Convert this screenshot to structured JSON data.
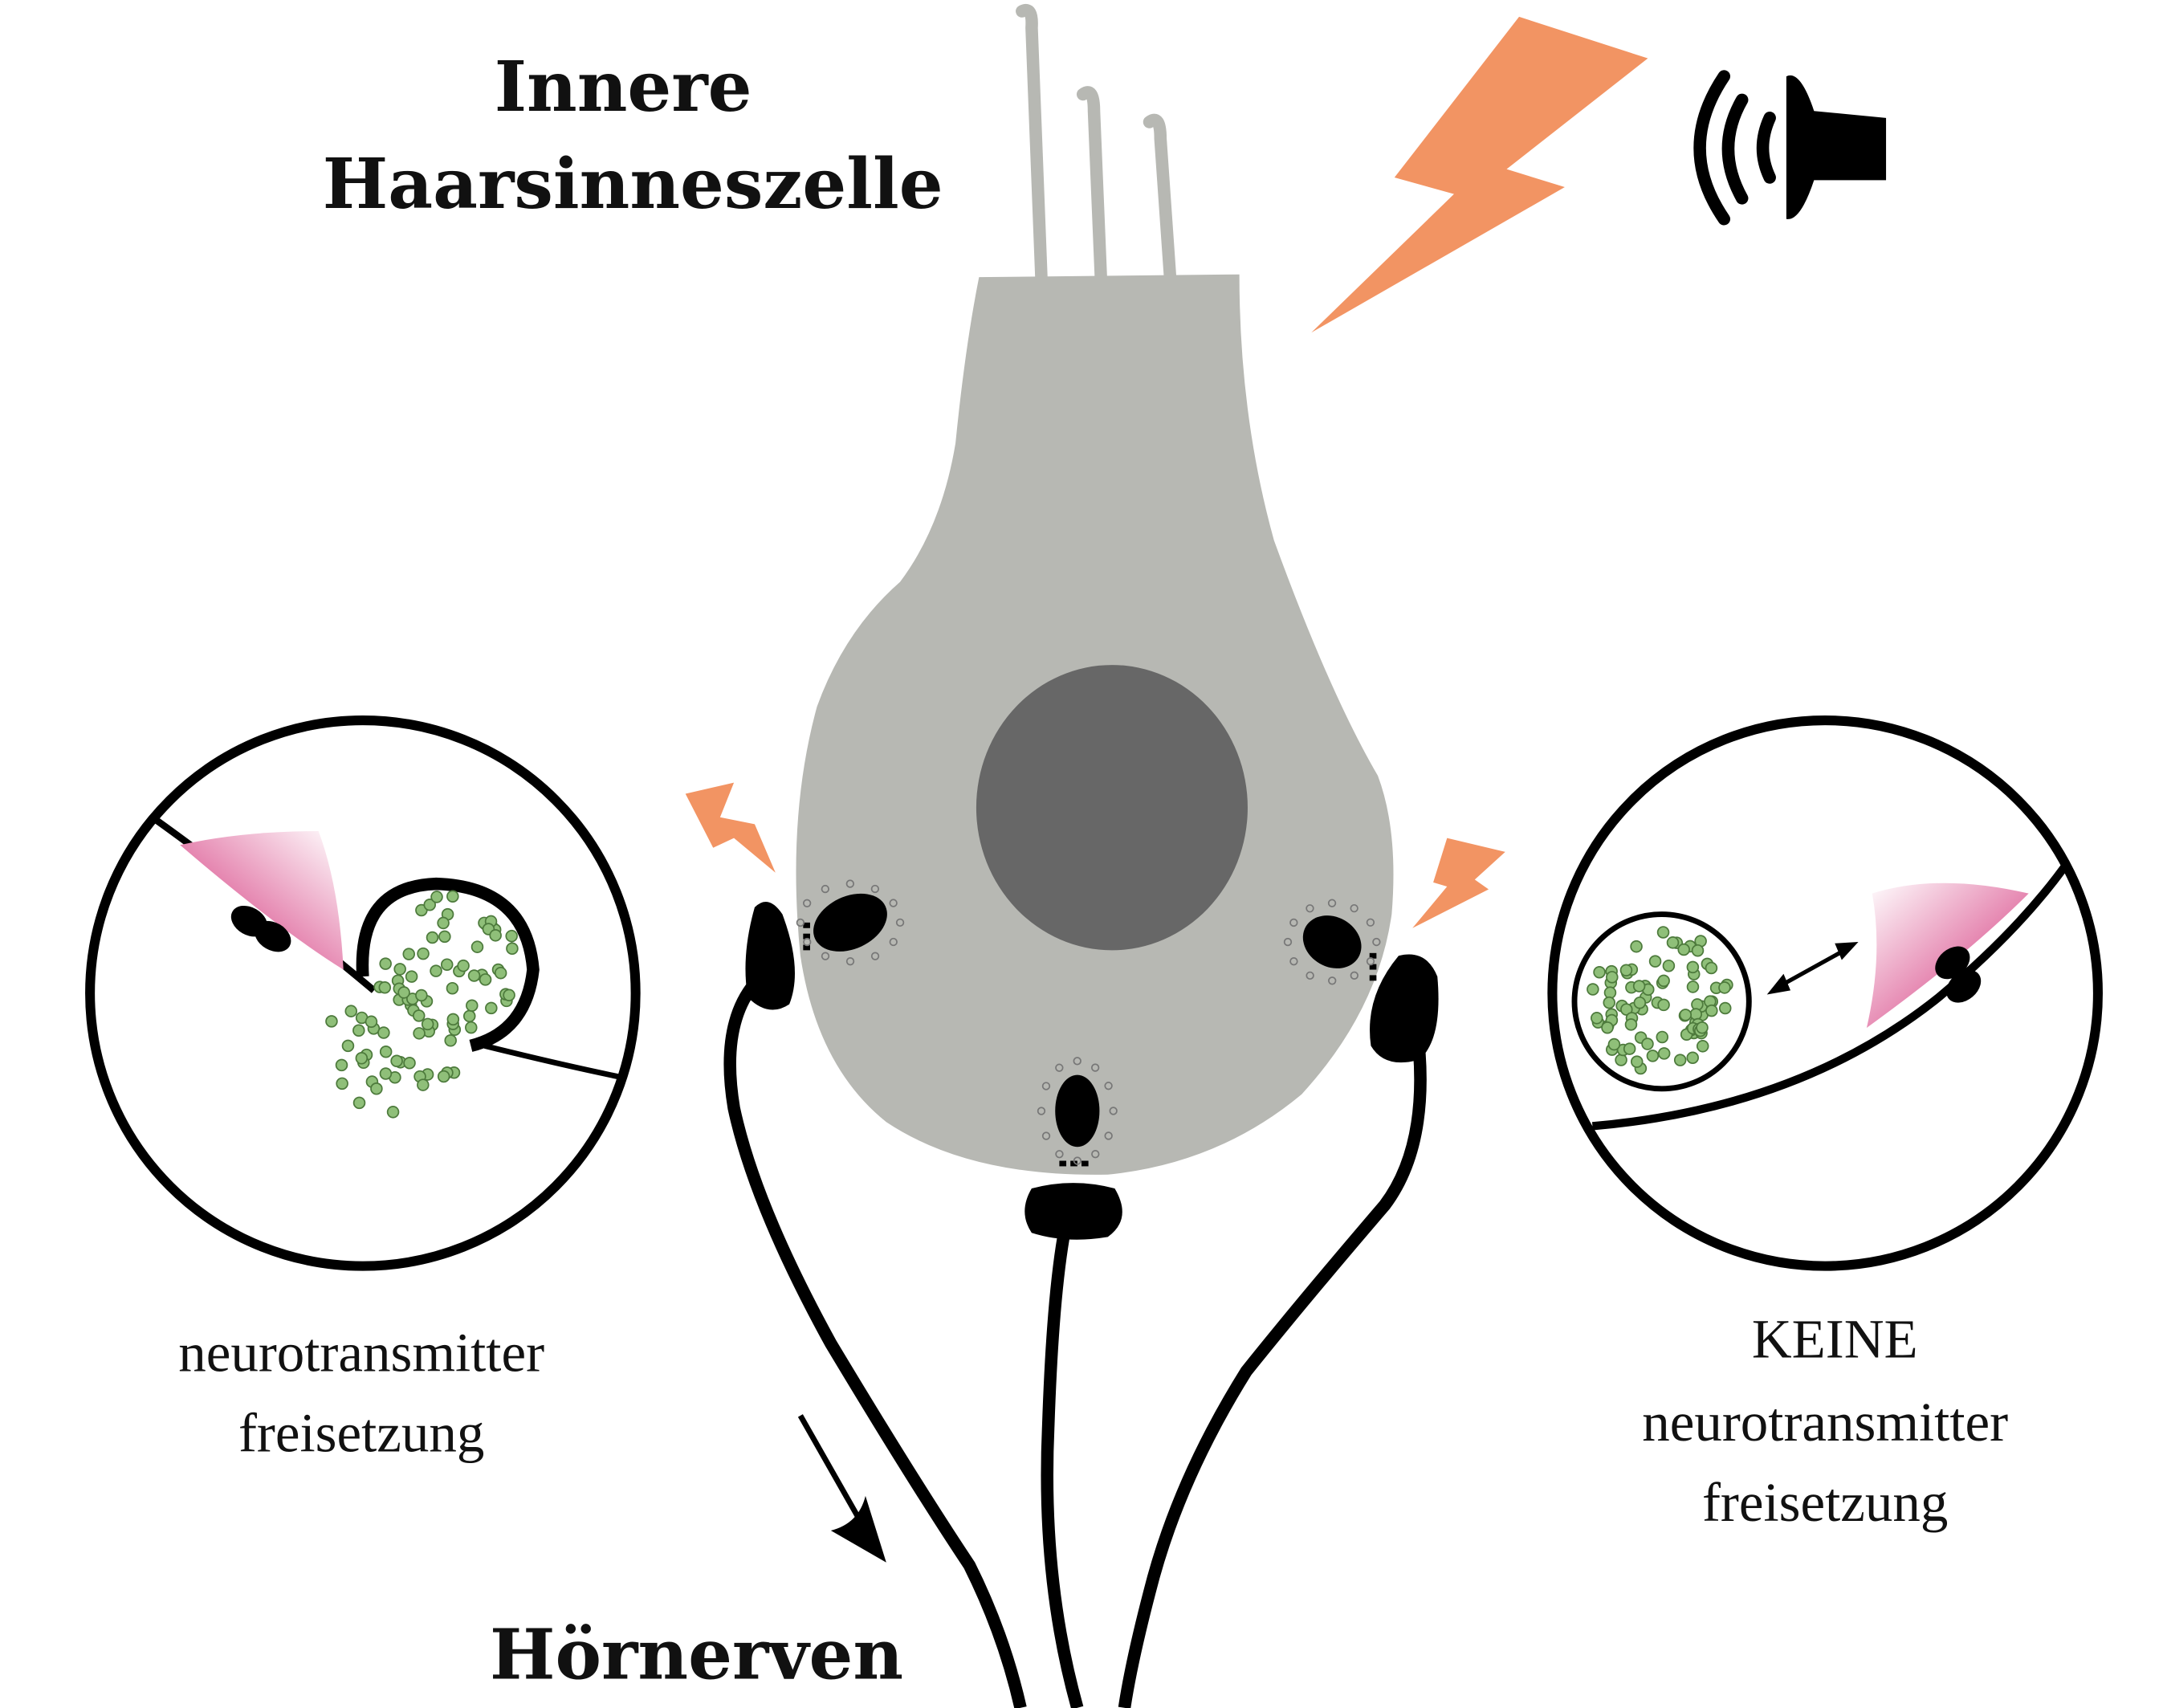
{
  "title": {
    "line1": "Innere",
    "line2": "Haarsinneszelle"
  },
  "nerve_label": "Hörnerven",
  "left_inset": {
    "line1": "neurotransmitter",
    "line2": "freisetzung"
  },
  "right_inset": {
    "line0": "KEINE",
    "line1": "neurotransmitter",
    "line2": "freisetzung"
  },
  "colors": {
    "cell": "#b7b8b3",
    "nucleus": "#676767",
    "lightning": "#f29463",
    "vesicle": "#8fbf79",
    "receptor": "#d0226f",
    "ink": "#000000"
  },
  "icons": [
    "lightning-icon",
    "speaker-sound-icon"
  ]
}
